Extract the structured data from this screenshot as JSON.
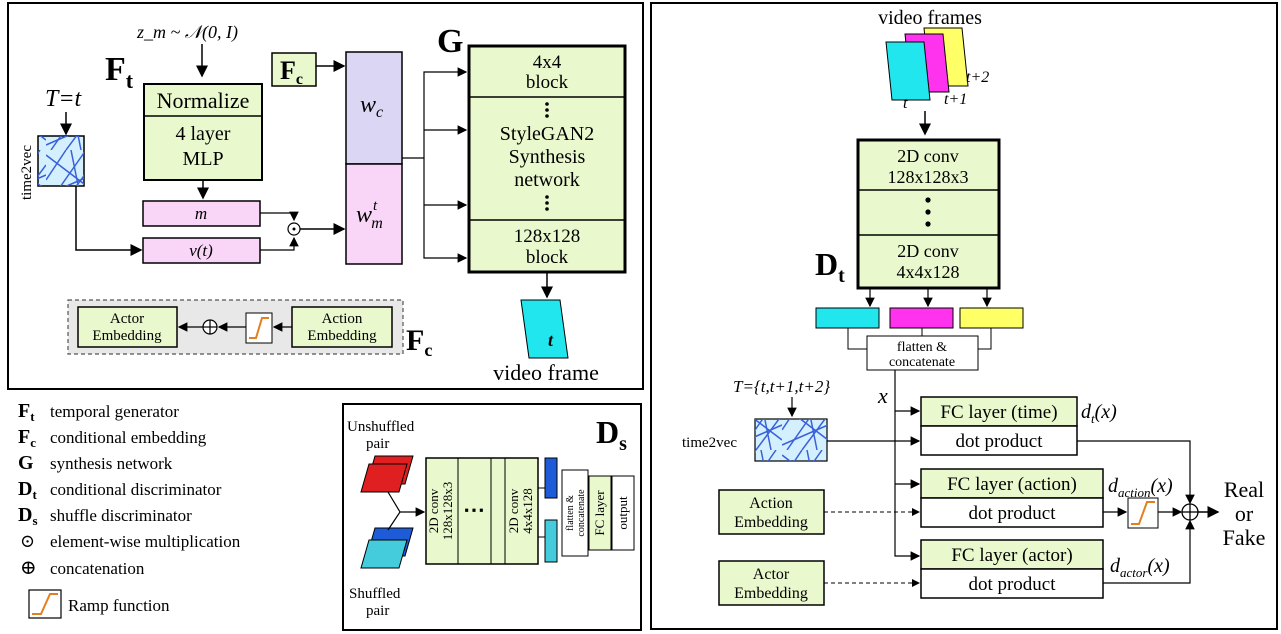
{
  "generator": {
    "noise_label": "z_m ~ 𝒩(0, I)",
    "ft_label": "F",
    "ft_sub": "t",
    "fc_label": "F",
    "fc_sub": "c",
    "g_label": "G",
    "time_input": "T=t",
    "time2vec": "time2vec",
    "mlp_top": "Normalize",
    "mlp_line1": "4 layer",
    "mlp_line2": "MLP",
    "m_label": "m",
    "v_label": "v(t)",
    "wc_label": "w",
    "wc_sub": "c",
    "wm_label": "w",
    "wm_sub": "m",
    "wm_sup": "t",
    "block_top_1": "4x4",
    "block_top_2": "block",
    "synth_1": "StyleGAN2",
    "synth_2": "Synthesis",
    "synth_3": "network",
    "block_bot_1": "128x128",
    "block_bot_2": "block",
    "frame_t": "t",
    "video_frame": "video frame",
    "actor_emb_1": "Actor",
    "actor_emb_2": "Embedding",
    "action_emb_1": "Action",
    "action_emb_2": "Embedding",
    "fc_box_label": "F",
    "fc_box_sub": "c"
  },
  "legend": [
    {
      "sym": "F",
      "sub": "t",
      "text": "temporal generator"
    },
    {
      "sym": "F",
      "sub": "c",
      "text": "conditional embedding"
    },
    {
      "sym": "G",
      "sub": "",
      "text": "synthesis network"
    },
    {
      "sym": "D",
      "sub": "t",
      "text": "conditional discriminator"
    },
    {
      "sym": "D",
      "sub": "s",
      "text": "shuffle discriminator"
    },
    {
      "sym": "⊙",
      "sub": "",
      "text": "element-wise multiplication"
    },
    {
      "sym": "⊕",
      "sub": "",
      "text": "concatenation"
    },
    {
      "sym": "",
      "sub": "",
      "text": "Ramp function"
    }
  ],
  "shuffle": {
    "title": "D",
    "title_sub": "s",
    "unshuffled_1": "Unshuffled",
    "unshuffled_2": "pair",
    "shuffled_1": "Shuffled",
    "shuffled_2": "pair",
    "conv1": "2D conv",
    "conv1b": "128x128x3",
    "conv2": "2D conv",
    "conv2b": "4x4x128",
    "flatten1": "flatten &",
    "flatten2": "concatenate",
    "fc": "FC layer",
    "output": "output"
  },
  "discriminator": {
    "video_frames": "video frames",
    "t": "t",
    "t1": "t+1",
    "t2": "t+2",
    "conv_top_1": "2D conv",
    "conv_top_2": "128x128x3",
    "conv_bot_1": "2D conv",
    "conv_bot_2": "4x4x128",
    "dt_label": "D",
    "dt_sub": "t",
    "flatten_1": "flatten &",
    "flatten_2": "concatenate",
    "x_label": "x",
    "time_set": "T={t,t+1,t+2}",
    "time2vec": "time2vec",
    "fc_time": "FC layer (time)",
    "fc_action": "FC layer (action)",
    "fc_actor": "FC layer (actor)",
    "dot1": "dot product",
    "dot2": "dot product",
    "dot3": "dot product",
    "d_t": "d",
    "d_t_sub": "t",
    "d_t_arg": "(x)",
    "d_action": "d",
    "d_action_sub": "action",
    "d_action_arg": "(x)",
    "d_actor": "d",
    "d_actor_sub": "actor",
    "d_actor_arg": "(x)",
    "action_emb_1": "Action",
    "action_emb_2": "Embedding",
    "actor_emb_1": "Actor",
    "actor_emb_2": "Embedding",
    "real": "Real",
    "or": "or",
    "fake": "Fake"
  },
  "colors": {
    "green": "#eaf8cd",
    "lavender": "#dcd6f5",
    "pink": "#f9d6f7",
    "cyan": "#22e6ee",
    "magenta": "#ff33ee",
    "yellow": "#ffff66",
    "red": "#e02020",
    "blue": "#1e5bd8",
    "light_blue": "#44ccdd",
    "ramp": "#e08020"
  }
}
